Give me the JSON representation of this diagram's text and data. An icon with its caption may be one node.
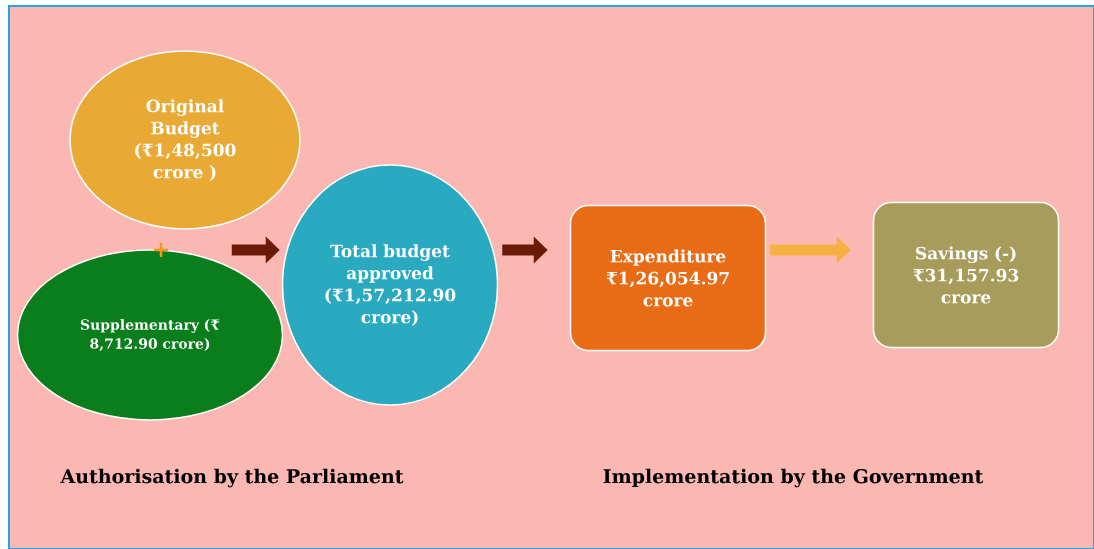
{
  "diagram": {
    "nodes": [
      {
        "text": [
          "Original Budget (₹1,48,500 crore )"
        ]
      },
      {
        "text": [
          "Supplementary (₹ 8,712.90 crore)"
        ]
      },
      {
        "text": [
          "Total budget approved (₹1,57,212.90 crore)"
        ]
      },
      {
        "text": [
          "Expenditure ₹1,26,054.97 crore"
        ]
      },
      {
        "text": [
          "Savings (-) ₹31,157.93 crore"
        ]
      }
    ],
    "edges": [
      {
        "from": null,
        "to": 2,
        "arrow": "to"
      },
      {
        "from": 2,
        "to": 3,
        "arrow": "to"
      },
      {
        "from": 3,
        "to": 4,
        "arrow": "to",
        "color": "#f5b041"
      }
    ],
    "labels": [
      "Authorisation by the Parliament",
      "Implementation by the Government"
    ]
  }
}
